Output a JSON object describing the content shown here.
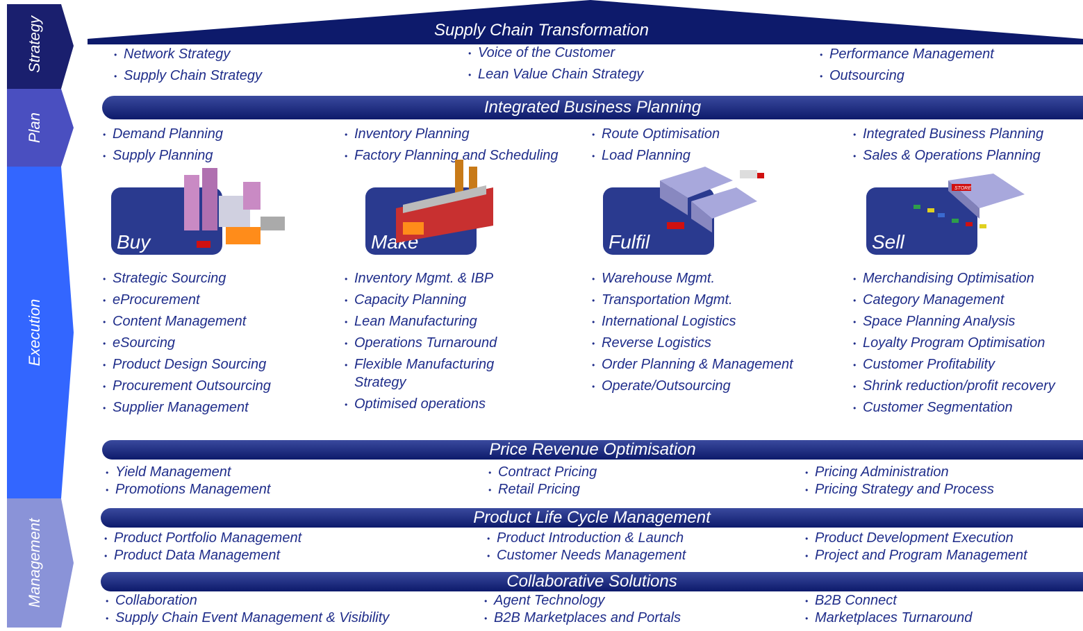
{
  "sidebar": {
    "strategy": "Strategy",
    "plan": "Plan",
    "execution": "Execution",
    "management": "Management"
  },
  "strategy": {
    "title": "Supply Chain Transformation",
    "items": [
      "Network Strategy",
      "Supply Chain Strategy",
      "Voice of the Customer",
      "Lean Value Chain Strategy",
      "Performance Management",
      "Outsourcing"
    ]
  },
  "plan": {
    "title": "Integrated Business Planning",
    "items": [
      "Demand Planning",
      "Supply Planning",
      "Inventory Planning",
      "Factory Planning and Scheduling",
      "Route Optimisation",
      "Load Planning",
      "Integrated Business Planning",
      "Sales & Operations Planning"
    ]
  },
  "stages": {
    "buy": "Buy",
    "make": "Make",
    "fulfil": "Fulfil",
    "sell": "Sell"
  },
  "buy_items": [
    "Strategic Sourcing",
    "eProcurement",
    "Content Management",
    "eSourcing",
    "Product Design Sourcing",
    "Procurement Outsourcing",
    "Supplier Management"
  ],
  "make_items": [
    "Inventory Mgmt. & IBP",
    "Capacity Planning",
    "Lean Manufacturing",
    "Operations Turnaround",
    "Flexible Manufacturing",
    "Strategy",
    "Optimised operations"
  ],
  "fulfil_items": [
    "Warehouse Mgmt.",
    "Transportation Mgmt.",
    "International Logistics",
    "Reverse Logistics",
    "Order Planning & Management",
    "Operate/Outsourcing"
  ],
  "sell_items": [
    "Merchandising Optimisation",
    "Category Management",
    "Space Planning Analysis",
    "Loyalty Program Optimisation",
    "Customer Profitability",
    "Shrink reduction/profit recovery",
    "Customer Segmentation"
  ],
  "pro": {
    "title": "Price Revenue Optimisation",
    "items": [
      "Yield Management",
      "Promotions Management",
      "Contract Pricing",
      "Retail Pricing",
      "Pricing Administration",
      "Pricing Strategy and Process"
    ]
  },
  "plm": {
    "title": "Product Life Cycle Management",
    "items": [
      "Product Portfolio Management",
      "Product Data Management",
      "Product Introduction & Launch",
      "Customer Needs Management",
      "Product Development Execution",
      "Project and Program Management"
    ]
  },
  "collab": {
    "title": "Collaborative Solutions",
    "items": [
      "Collaboration",
      "Supply Chain Event Management & Visibility",
      "Agent Technology",
      "B2B Marketplaces and Portals",
      "B2B Connect",
      "Marketplaces Turnaround"
    ]
  },
  "store_sign": "STORE",
  "colors": {
    "dark": "#1a1f6e",
    "mid": "#4a4fc0",
    "blue": "#3366ff",
    "light": "#8a93d8",
    "bar": "#0d1a6b",
    "text": "#1f2d8a"
  }
}
